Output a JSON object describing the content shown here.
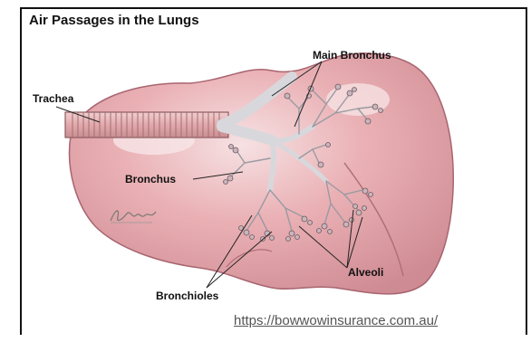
{
  "title": "Air Passages in the Lungs",
  "labels": {
    "trachea": "Trachea",
    "main_bronchus": "Main Bronchus",
    "bronchus": "Bronchus",
    "alveoli": "Alveoli",
    "bronchioles": "Bronchioles"
  },
  "signature": "J.Suly",
  "source_url": "https://bowwowinsurance.com.au/",
  "colors": {
    "lung_fill": "#e9a9ae",
    "lung_highlight": "#f6e1e3",
    "lung_shadow": "#c97f88",
    "airway": "#d9d9dc",
    "trachea_fill": "#e3aeb0",
    "frame": "#111111"
  }
}
